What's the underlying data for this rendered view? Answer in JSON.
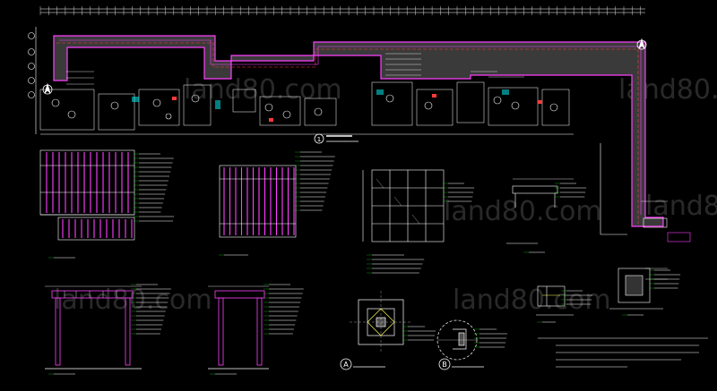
{
  "titles": {
    "main_plan_number": "1",
    "detail_a_letter": "A",
    "detail_b_letter": "B"
  },
  "watermark": {
    "text": "land80.com"
  },
  "colors": {
    "background": "#000000",
    "wall_outline": "#ff40ff",
    "structure": "#ffffff",
    "text": "#ffffff",
    "leader": "#00ff00",
    "accent_red": "#ff3b3b",
    "accent_yellow": "#ffff55",
    "accent_cyan": "#00ffff"
  },
  "icons": [
    "north-arrow-icon",
    "section-marker-icon",
    "grid-bubble-icon"
  ]
}
